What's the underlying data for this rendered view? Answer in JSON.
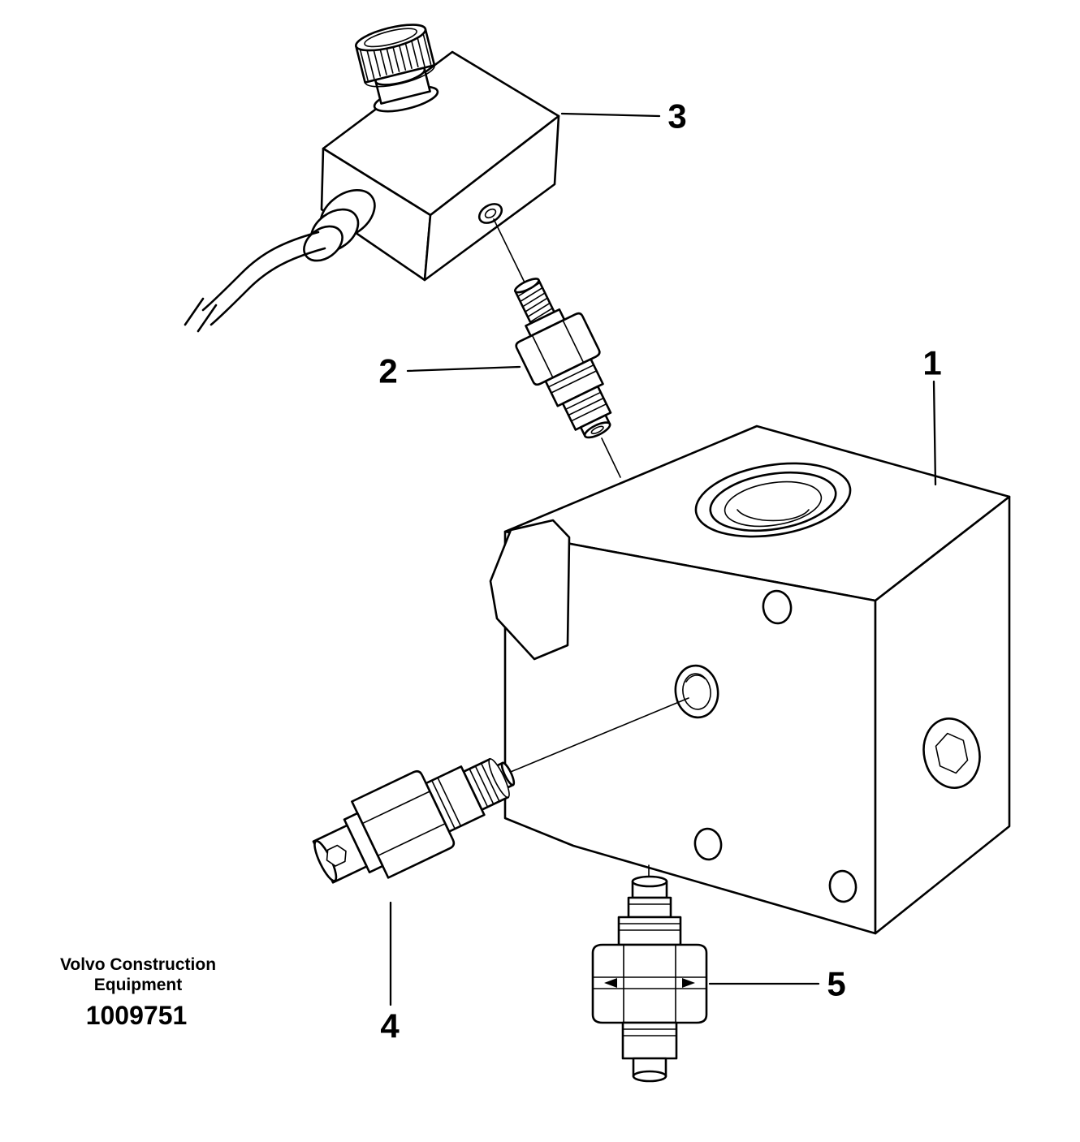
{
  "diagram": {
    "callouts": {
      "part1": "1",
      "part2": "2",
      "part3": "3",
      "part4": "4",
      "part5": "5"
    },
    "footer": {
      "company_line1": "Volvo Construction",
      "company_line2": "Equipment",
      "figure_number": "1009751"
    },
    "colors": {
      "line": "#000000",
      "background": "#ffffff"
    }
  }
}
